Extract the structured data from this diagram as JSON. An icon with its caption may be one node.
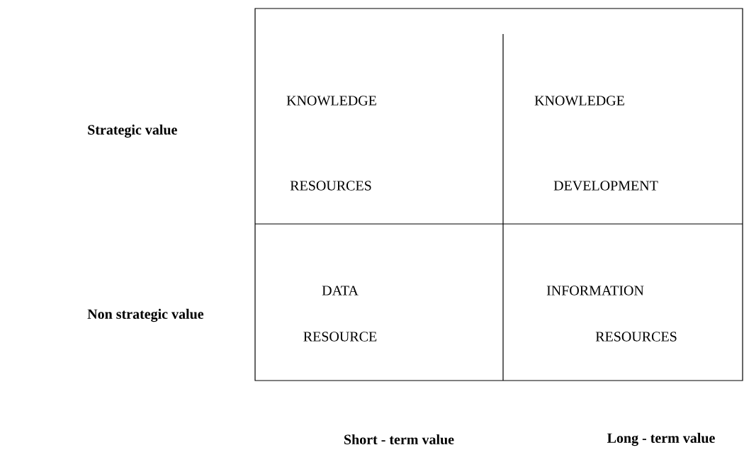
{
  "diagram": {
    "nodes": [
      {
        "text": [
          "KNOWLEDGE",
          "RESOURCES"
        ]
      },
      {
        "text": [
          "KNOWLEDGE",
          "DEVELOPMENT"
        ]
      },
      {
        "text": [
          "DATA",
          "RESOURCE"
        ]
      },
      {
        "text": [
          "INFORMATION",
          "RESOURCES"
        ]
      }
    ],
    "labels": [
      "Strategic value",
      "Non strategic value",
      "Short - term value",
      "Long - term value"
    ]
  }
}
